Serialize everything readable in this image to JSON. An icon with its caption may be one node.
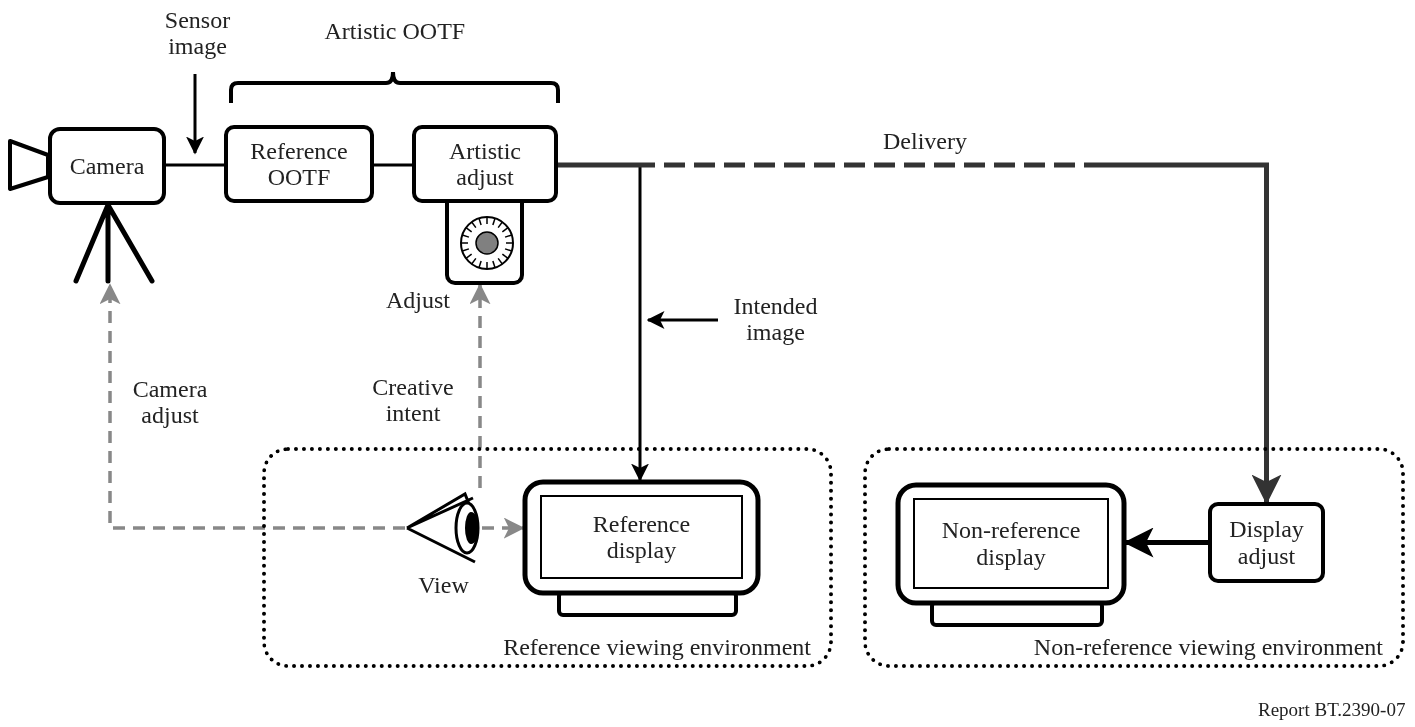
{
  "diagram": {
    "nodes": [
      {
        "text": [
          "Camera"
        ]
      },
      {
        "text": [
          "Reference OOTF"
        ]
      },
      {
        "text": [
          "Artistic adjust"
        ]
      },
      {
        "text": [],
        "shape": "box"
      },
      {
        "text": [
          "Reference viewing environment"
        ]
      },
      {
        "text": [],
        "shape": "eye",
        "in": 4,
        "beside": [
          "View"
        ]
      },
      {
        "text": [
          "Reference display"
        ],
        "in": 4
      },
      {
        "text": [
          "Non-reference viewing environment"
        ]
      },
      {
        "text": [
          "Non-reference display"
        ],
        "in": 7
      },
      {
        "text": [
          "Display adjust"
        ],
        "in": 7
      },
      {
        "text": [
          "Sensor image"
        ]
      },
      {
        "text": [
          "Intended image"
        ]
      }
    ],
    "edges": [
      {
        "from": 0,
        "to": 1,
        "arrow": "none"
      },
      {
        "from": 1,
        "to": 2,
        "arrow": "none"
      },
      {
        "from": 2,
        "to": 6,
        "arrow": "to"
      },
      {
        "from": 2,
        "to": 9,
        "arrow": "to",
        "label": "Delivery",
        "style": "dashed"
      },
      {
        "from": 9,
        "to": 8,
        "arrow": "to"
      },
      {
        "from": 5,
        "to": 6,
        "arrow": "to",
        "style": "dashed",
        "color": "#888888"
      },
      {
        "from": 5,
        "to": 0,
        "arrow": "to",
        "label": "Camera adjust",
        "style": "dashed",
        "color": "#888888"
      },
      {
        "from": 5,
        "to": 3,
        "arrow": "to",
        "label": "Creative intent",
        "style": "dashed",
        "color": "#888888"
      },
      {
        "from": 10,
        "to": 1,
        "arrow": "to"
      },
      {
        "from": 11,
        "to": null,
        "arrow": "to"
      }
    ],
    "labels": [
      "Artistic OOTF",
      "Adjust",
      "Report BT.2390-07"
    ]
  }
}
